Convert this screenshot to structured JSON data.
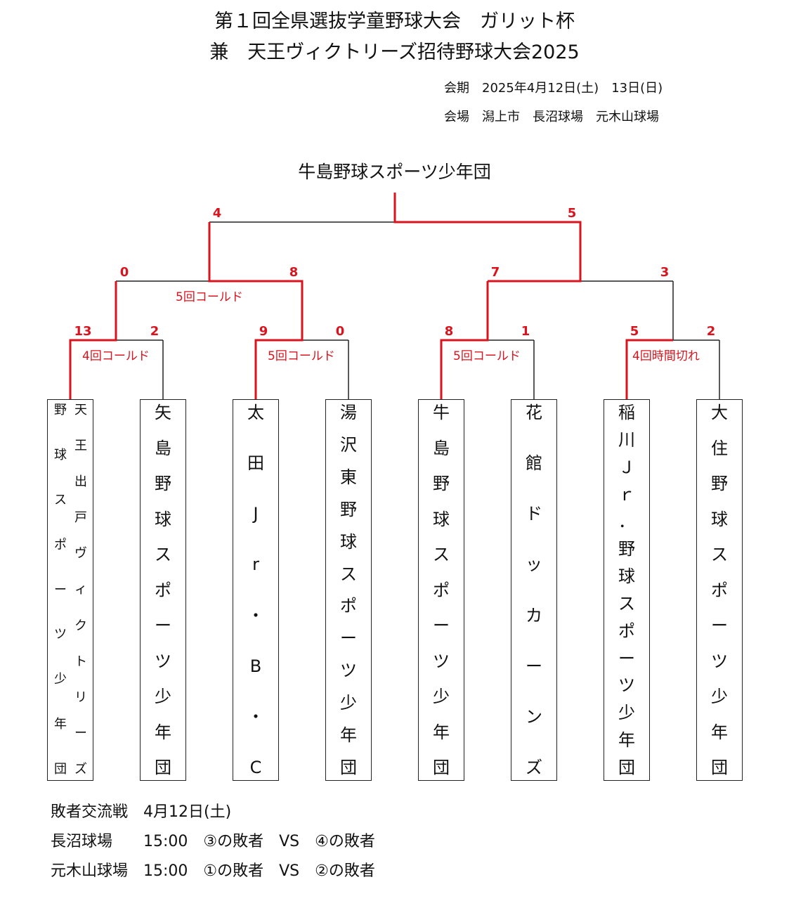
{
  "header": {
    "title_line1": "第１回全県選抜学童野球大会　ガリット杯",
    "title_line2": "兼　天王ヴィクトリーズ招待野球大会2025",
    "dates": "会期　2025年4月12日(土)　13日(日)",
    "venue": "会場　潟上市　長沼球場　元木山球場"
  },
  "winner": "牛島野球スポーツ少年団",
  "colors": {
    "win_line": "#d9141e",
    "line": "#222222"
  },
  "final": {
    "left_score": "4",
    "right_score": "5"
  },
  "semifinals": [
    {
      "left_score": "0",
      "right_score": "8",
      "note": "5回コールド"
    },
    {
      "left_score": "7",
      "right_score": "3",
      "note": ""
    }
  ],
  "round1": [
    {
      "left_score": "13",
      "right_score": "2",
      "note": "4回コールド"
    },
    {
      "left_score": "9",
      "right_score": "0",
      "note": "5回コールド"
    },
    {
      "left_score": "8",
      "right_score": "1",
      "note": "5回コールド"
    },
    {
      "left_score": "5",
      "right_score": "2",
      "note": "4回時間切れ"
    }
  ],
  "teams": [
    {
      "name": "天王出戸ヴィクトリーズ／野球スポーツ少年団",
      "col_right": "天王出戸ヴィクトリーズ",
      "col_left": "野球スポーツ少年団"
    },
    {
      "name": "矢島野球スポーツ少年団"
    },
    {
      "name": "太田Jr・B・C",
      "chars": [
        "太",
        "田",
        "J",
        "r",
        "・",
        "B",
        "・",
        "C"
      ]
    },
    {
      "name": "湯沢東野球スポーツ少年団"
    },
    {
      "name": "牛島野球スポーツ少年団"
    },
    {
      "name": "花館ドッカーンズ"
    },
    {
      "name": "稲川Jr.野球スポーツ少年団",
      "chars": [
        "稲",
        "川",
        "Ｊ",
        "ｒ",
        "．",
        "野",
        "球",
        "ス",
        "ポ",
        "ー",
        "ツ",
        "少",
        "年",
        "団"
      ]
    },
    {
      "name": "大住野球スポーツ少年団"
    }
  ],
  "footer": {
    "line1": "敗者交流戦　4月12日(土)",
    "line2": "長沼球場　　15:00　③の敗者　VS　④の敗者",
    "line3": "元木山球場　15:00　①の敗者　VS　②の敗者"
  }
}
